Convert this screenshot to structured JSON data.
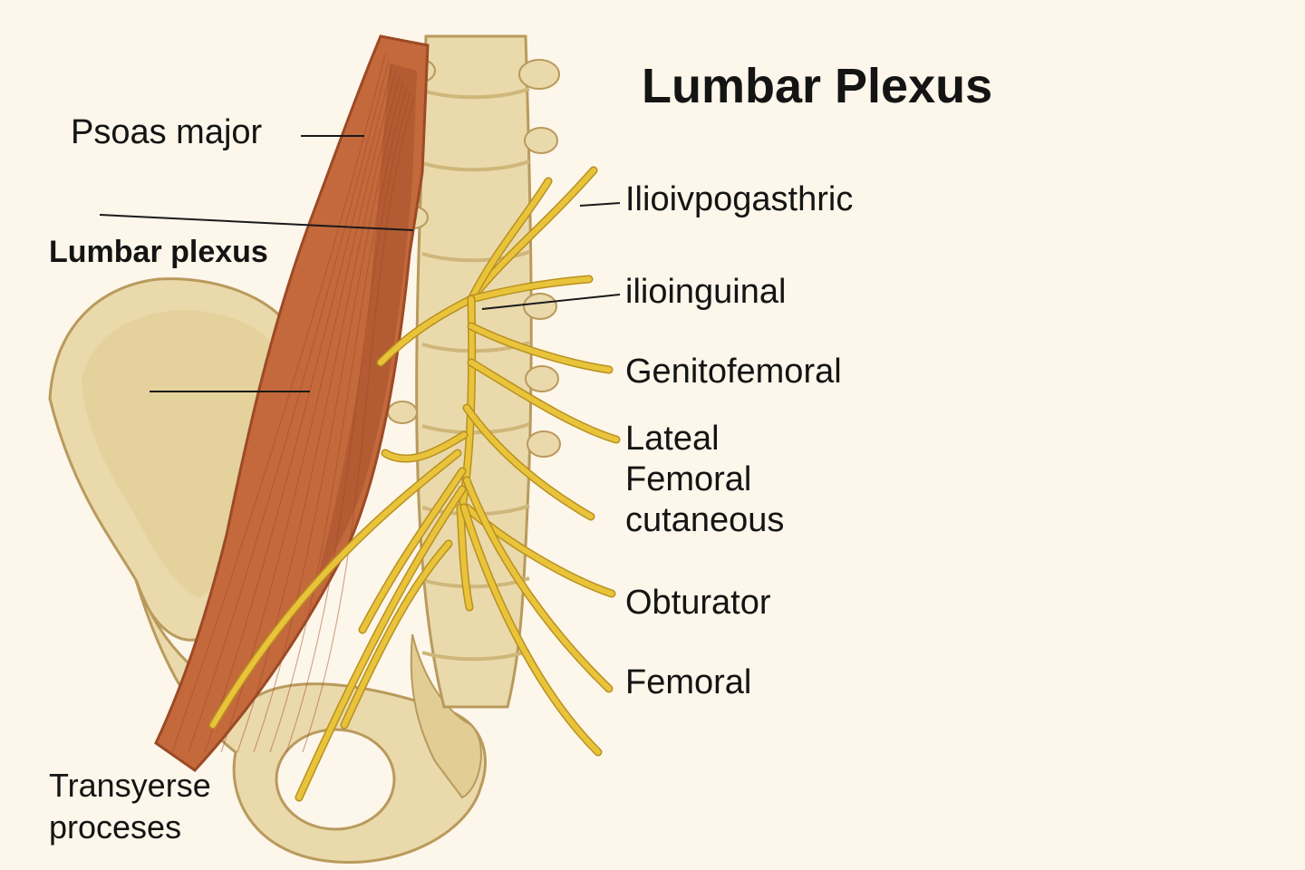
{
  "title": "Lumbar Plexus",
  "labels": {
    "psoas_major": "Psoas major",
    "lumbar_plexus": "Lumbar plexus",
    "transverse_processes": "Transyerse\nproceses",
    "iliohypogastric": "Ilioivpogasthric",
    "ilioinguinal": "ilioinguinal",
    "genitofemoral": "Genitofemoral",
    "lateral_femoral_cutaneous": "Lateal\nFemoral\ncutaneous",
    "obturator": "Obturator",
    "femoral": "Femoral"
  },
  "colors": {
    "background": "#fdf6ea",
    "bone": "#ead9ab",
    "bone_shadow": "#cfb67a",
    "muscle": "#c4693c",
    "muscle_dark": "#9c4a26",
    "nerve": "#e9c43b",
    "nerve_edge": "#b8901f",
    "leader": "#1a1a1a"
  }
}
